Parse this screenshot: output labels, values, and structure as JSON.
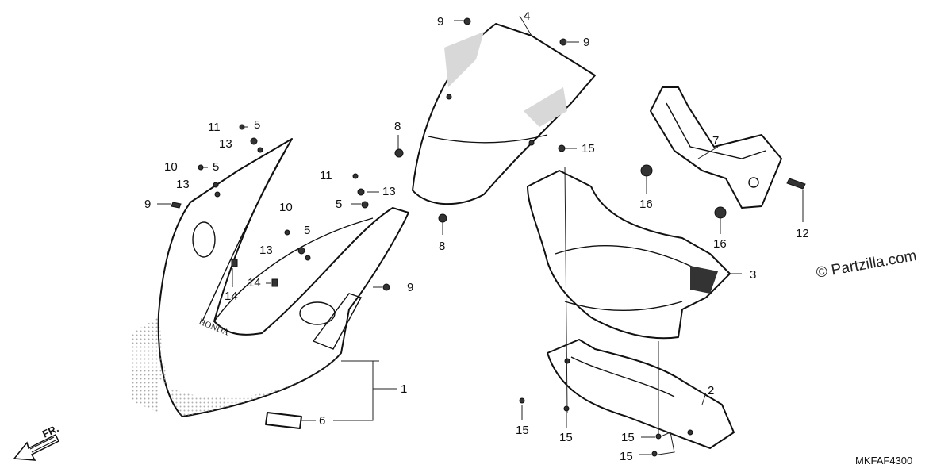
{
  "diagram": {
    "watermark": "© Partzilla.com",
    "code": "MKFAF4300",
    "direction_label": "FR.",
    "callouts": [
      "1",
      "2",
      "3",
      "4",
      "5",
      "5",
      "5",
      "5",
      "6",
      "7",
      "8",
      "8",
      "9",
      "9",
      "9",
      "9",
      "10",
      "10",
      "11",
      "11",
      "12",
      "13",
      "13",
      "13",
      "13",
      "14",
      "14",
      "15",
      "15",
      "15",
      "15",
      "15",
      "16",
      "16"
    ]
  }
}
